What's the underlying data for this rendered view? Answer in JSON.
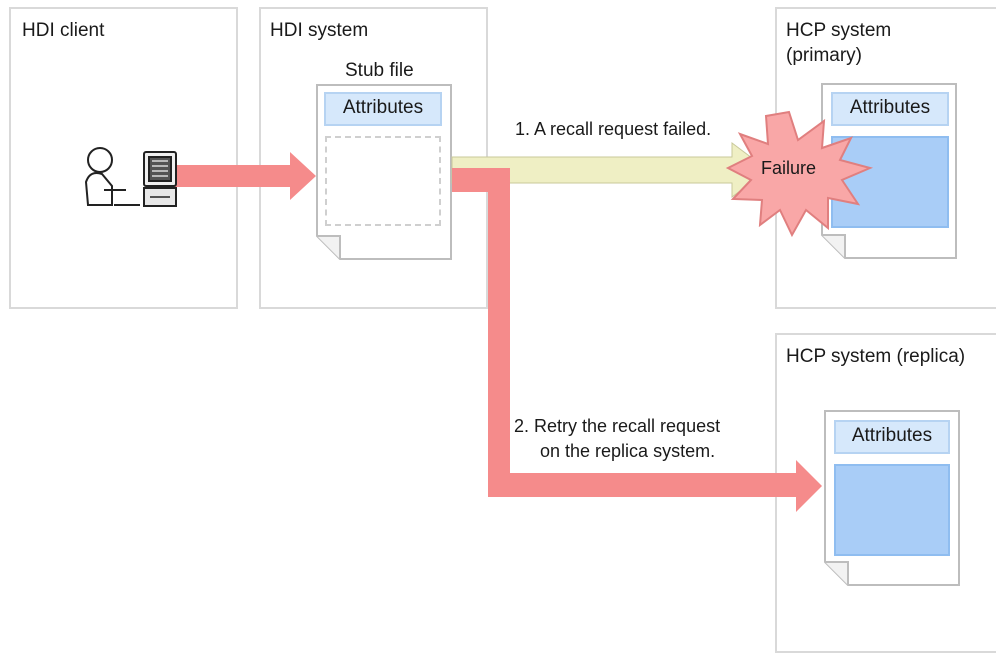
{
  "panels": {
    "hdi_client": {
      "title": "HDI client"
    },
    "hdi_system": {
      "title": "HDI system",
      "stub_label": "Stub file",
      "attributes": "Attributes"
    },
    "hcp_primary": {
      "title_line1": "HCP system",
      "title_line2": "(primary)",
      "attributes": "Attributes"
    },
    "hcp_replica": {
      "title": "HCP system (replica)",
      "attributes": "Attributes"
    }
  },
  "steps": {
    "step1": "1. A recall request failed.",
    "step2_line1": "2. Retry the recall request",
    "step2_line2": "on the replica system."
  },
  "failure_label": "Failure",
  "colors": {
    "request_arrow": "#f58b8b",
    "failed_arrow": "#efefc4",
    "failure_burst": "#f9a7a7",
    "attributes_fill": "#d6e8fb",
    "data_fill": "#a9cdf7",
    "panel_border": "#d9d9d9"
  },
  "icons": {
    "client": "user-at-computer-icon",
    "failure": "explosion-burst-icon"
  }
}
